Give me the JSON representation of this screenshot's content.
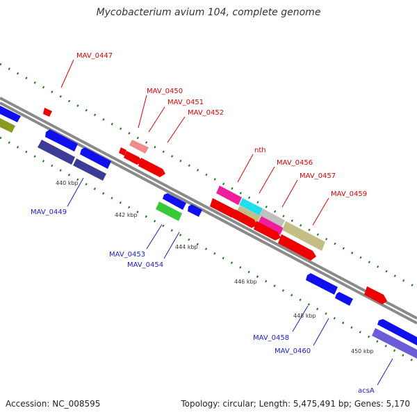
{
  "title": "Mycobacterium avium 104, complete genome",
  "footer": {
    "accession": "Accession: NC_008595",
    "summary": "Topology: circular; Length: 5,475,491 bp; Genes: 5,170"
  },
  "colors": {
    "backbone": "#8a8a8a",
    "tick": "#1a7a1a",
    "label_forward": "#dd0000",
    "label_reverse": "#1a1acc",
    "scale_text": "#333333"
  },
  "scale_labels": [
    "440 kbp",
    "442 kbp",
    "444 kbp",
    "446 kbp",
    "448 kbp",
    "450 kbp"
  ],
  "gene_labels": [
    "MAV_0447",
    "MAV_0450",
    "MAV_0451",
    "MAV_0452",
    "nth",
    "MAV_0456",
    "MAV_0457",
    "MAV_0459",
    "MAV_0449",
    "MAV_0453",
    "MAV_0454",
    "MAV_0458",
    "MAV_0460",
    "acsA"
  ]
}
